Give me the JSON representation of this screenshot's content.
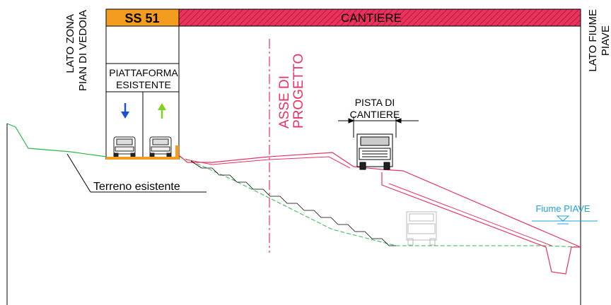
{
  "header": {
    "ss51_label": "SS 51",
    "cantiere_label": "CANTIERE",
    "colors": {
      "ss51": "#f39c1f",
      "cantiere": "#e8335f",
      "hatch": "#c8102e"
    }
  },
  "sides": {
    "left_line1": "LATO ZONA",
    "left_line2": "PIAN DI VEDOIA",
    "right_line1": "LATO FIUME",
    "right_line2": "PIAVE"
  },
  "platform": {
    "line1": "PIATTAFORMA",
    "line2": "ESISTENTE"
  },
  "axis": {
    "line1": "ASSE DI",
    "line2": "PROGETTO",
    "color": "#e8335f"
  },
  "track": {
    "line1": "PISTA DI",
    "line2": "CANTIERE"
  },
  "terrain_label": "Terreno esistente",
  "river_label": "Fiume PIAVE",
  "colors": {
    "terrain": "#2db84d",
    "section": "#e8335f",
    "river": "#1fa3d8",
    "arrow_down": "#1f4fd8",
    "arrow_up": "#7ed321",
    "road": "#f39c1f"
  }
}
